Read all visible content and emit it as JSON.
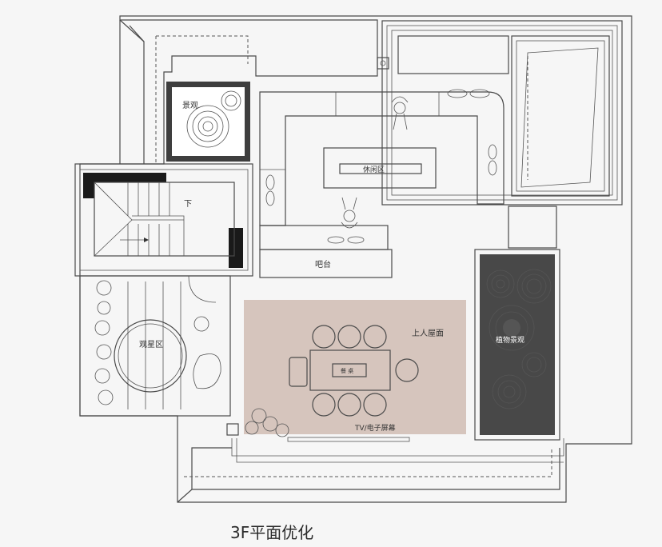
{
  "labels": {
    "scenery": "景观",
    "leisure": "休闲区",
    "down": "下",
    "bar": "吧台",
    "viewing": "观星区",
    "rooftop": "上人屋面",
    "tv": "TV/电子屏幕",
    "planting": "植物景观",
    "table": "餐 桌"
  },
  "caption": "3F平面优化",
  "colors": {
    "terrace": "#d6c5bd",
    "line": "#4a4a4a",
    "background": "#f6f6f6"
  }
}
